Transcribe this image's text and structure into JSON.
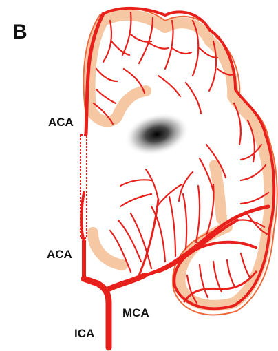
{
  "figure": {
    "panel_label": "B",
    "labels": {
      "aca_upper": "ACA",
      "aca_lower": "ACA",
      "mca": "MCA",
      "ica": "ICA"
    }
  },
  "colors": {
    "vessel": "#e8201c",
    "cortex": "#f6c7a3",
    "outline": "#ee6a3a",
    "lesion": "#222222",
    "text": "#111111"
  }
}
